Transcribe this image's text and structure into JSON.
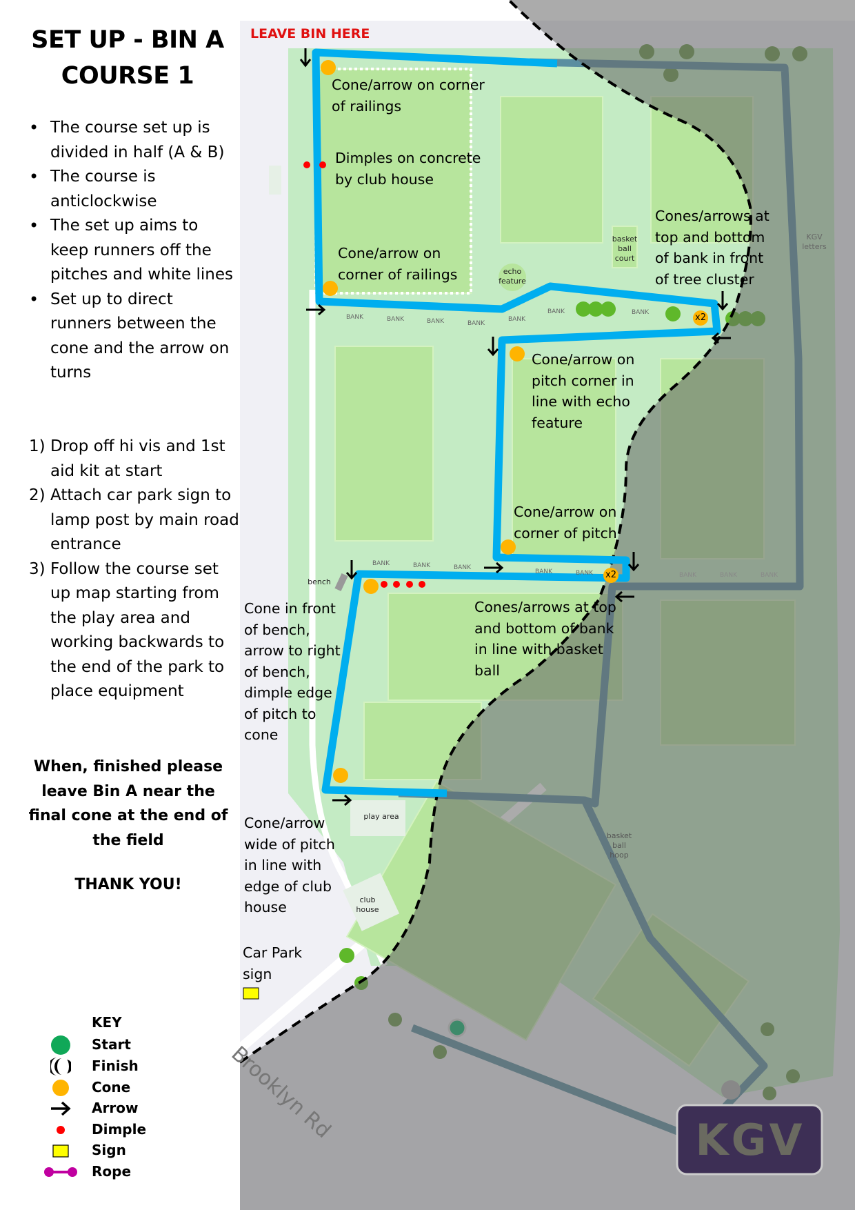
{
  "title": {
    "line1": "SET UP - BIN A",
    "line2": "COURSE 1"
  },
  "bullets": [
    "The course set up is divided in half (A & B)",
    "The course is anticlockwise",
    "The set up aims to keep runners off the pitches and white lines",
    "Set up to direct runners between the cone and the arrow on turns"
  ],
  "steps": [
    {
      "num": "1)",
      "text": "Drop off hi vis and 1st aid kit at start"
    },
    {
      "num": "2)",
      "text": "Attach car park sign to lamp post by main road entrance"
    },
    {
      "num": "3)",
      "text": "Follow the course set up map starting from the play area and working backwards to the end of the park to place equipment"
    }
  ],
  "finish_note": "When, finished please leave Bin A near the final cone at the end of the field",
  "thanks": "THANK YOU!",
  "key": {
    "title": "KEY",
    "items": [
      {
        "label": "Start",
        "icon": "start-circle-icon",
        "color": "#10a858"
      },
      {
        "label": "Finish",
        "icon": "finish-icon",
        "color": "#000000"
      },
      {
        "label": "Cone",
        "icon": "cone-icon",
        "color": "#ffb400"
      },
      {
        "label": "Arrow",
        "icon": "arrow-icon",
        "color": "#000000"
      },
      {
        "label": "Dimple",
        "icon": "dimple-icon",
        "color": "#ff0000"
      },
      {
        "label": "Sign",
        "icon": "sign-icon",
        "color": "#ffff00"
      },
      {
        "label": "Rope",
        "icon": "rope-icon",
        "color": "#c000a0"
      }
    ]
  },
  "map": {
    "leave_bin": "LEAVE BIN HERE",
    "annotations": {
      "railings_top": "Cone/arrow on corner of railings",
      "dimples_clubhouse": "Dimples on concrete by club house",
      "railings_bottom": "Cone/arrow on corner of railings",
      "tree_cluster": "Cones/arrows at top and bottom of bank in front of tree cluster",
      "echo_corner": "Cone/arrow on pitch corner in line with echo feature",
      "pitch_corner": "Cone/arrow on corner of pitch",
      "basketball_bank": "Cones/arrows at top and bottom of bank in line with basket ball",
      "bench": "Cone in front of bench, arrow to right of bench, dimple edge of pitch to cone",
      "clubhouse_edge": "Cone/arrow wide of pitch in line with edge of club house",
      "car_park_sign": "Car Park sign"
    },
    "places": {
      "echo": "echo feature",
      "basketball_court": "basket ball court",
      "kgv_letters": "KGV letters",
      "bench": "bench",
      "play_area": "play area",
      "club_house": "club house",
      "basketball_hoop": "basket ball hoop",
      "road": "Brooklyn Rd",
      "bank": "BANK",
      "x2": "x2"
    },
    "logo": "KGV",
    "colors": {
      "route_active": "#00aeef",
      "route_inactive": "#5b8ea0",
      "grass": "#c4ebc4",
      "pitch": "#b7e59d",
      "shade": "#9a9a9a"
    }
  }
}
